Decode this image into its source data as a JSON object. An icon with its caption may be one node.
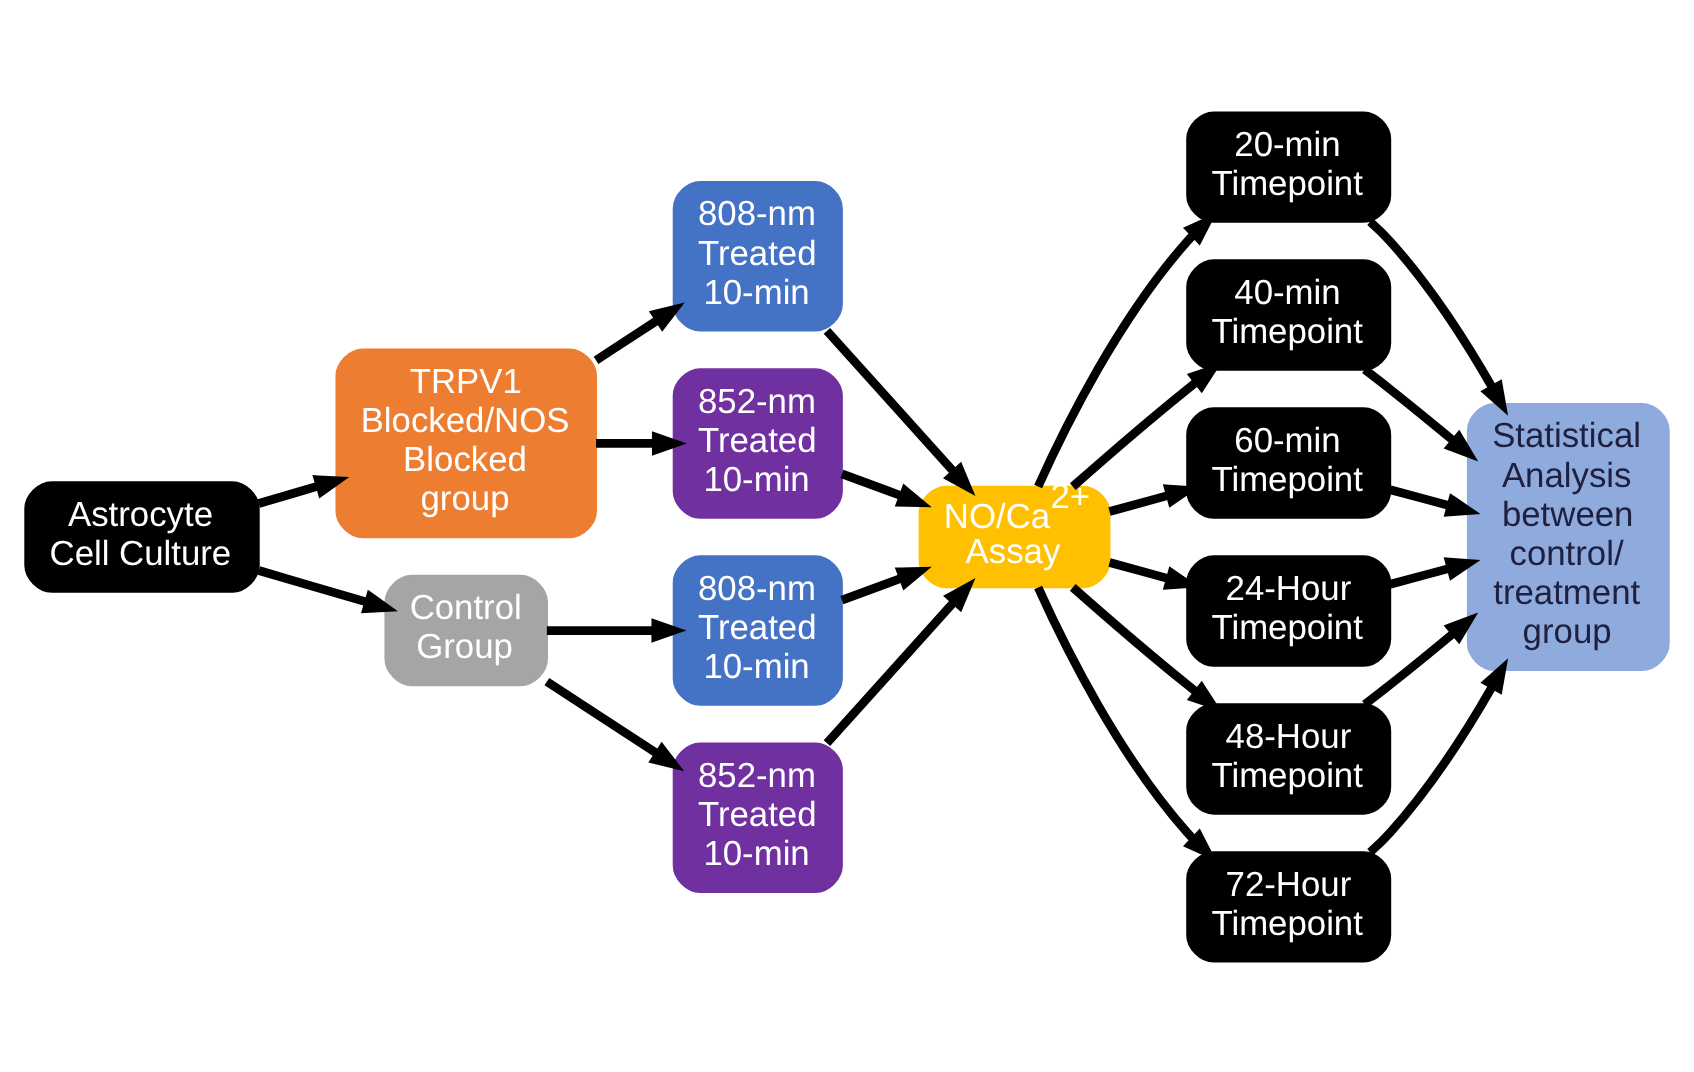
{
  "diagram": {
    "nodes": [
      {
        "text": [
          "Astrocyte Cell Culture"
        ]
      },
      {
        "text": [
          "TRPV1 Blocked/NOS Blocked group"
        ]
      },
      {
        "text": [
          "Control Group"
        ]
      },
      {
        "text": [
          "808-nm Treated 10-min"
        ]
      },
      {
        "text": [
          "852-nm Treated 10-min"
        ]
      },
      {
        "text": [
          "808-nm Treated 10-min"
        ]
      },
      {
        "text": [
          "852-nm Treated 10-min"
        ]
      },
      {
        "text": [
          "NO/Ca$^{2+}$ Assay"
        ]
      },
      {
        "text": [
          "20-min Timepoint"
        ]
      },
      {
        "text": [
          "40-min Timepoint"
        ]
      },
      {
        "text": [
          "60-min Timepoint"
        ]
      },
      {
        "text": [
          "24-Hour Timepoint"
        ]
      },
      {
        "text": [
          "48-Hour Timepoint"
        ]
      },
      {
        "text": [
          "72-Hour Timepoint"
        ]
      },
      {
        "text": [
          "Statistical Analysis between control/ treatment group"
        ]
      }
    ],
    "edges": [
      {
        "from": 0,
        "to": 1,
        "arrow": "to"
      },
      {
        "from": 0,
        "to": 2,
        "arrow": "to"
      },
      {
        "from": 1,
        "to": 3,
        "arrow": "to"
      },
      {
        "from": 1,
        "to": 4,
        "arrow": "to"
      },
      {
        "from": 2,
        "to": 5,
        "arrow": "to"
      },
      {
        "from": 2,
        "to": 6,
        "arrow": "to"
      },
      {
        "from": 3,
        "to": 7,
        "arrow": "to"
      },
      {
        "from": 4,
        "to": 7,
        "arrow": "to"
      },
      {
        "from": 5,
        "to": 7,
        "arrow": "to"
      },
      {
        "from": 6,
        "to": 7,
        "arrow": "to"
      },
      {
        "from": 7,
        "to": 8,
        "arrow": "to"
      },
      {
        "from": 7,
        "to": 9,
        "arrow": "to"
      },
      {
        "from": 7,
        "to": 10,
        "arrow": "to"
      },
      {
        "from": 7,
        "to": 11,
        "arrow": "to"
      },
      {
        "from": 7,
        "to": 12,
        "arrow": "to"
      },
      {
        "from": 7,
        "to": 13,
        "arrow": "to"
      },
      {
        "from": 8,
        "to": 14,
        "arrow": "to"
      },
      {
        "from": 9,
        "to": 14,
        "arrow": "to"
      },
      {
        "from": 10,
        "to": 14,
        "arrow": "to"
      },
      {
        "from": 11,
        "to": 14,
        "arrow": "to"
      },
      {
        "from": 12,
        "to": 14,
        "arrow": "to"
      },
      {
        "from": 13,
        "to": 14,
        "arrow": "to"
      }
    ]
  }
}
